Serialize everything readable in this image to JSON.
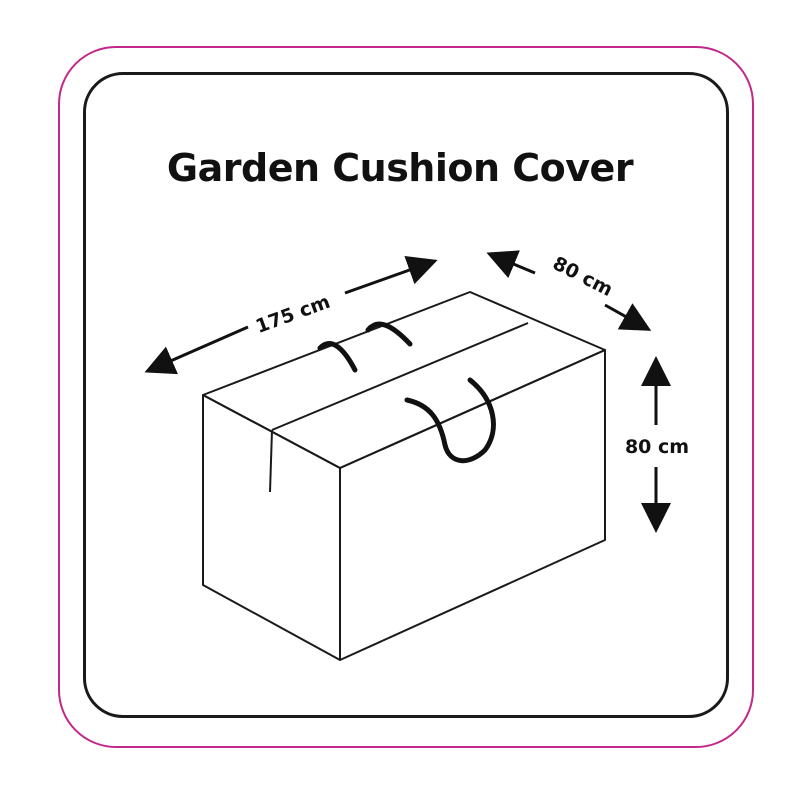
{
  "title": "Garden Cushion Cover",
  "dimensions": {
    "length": "175 cm",
    "depth": "80 cm",
    "height": "80 cm"
  },
  "colors": {
    "outer_border": "#c2288a",
    "line": "#1a1a1a"
  },
  "icons": [
    "storage-bag-illustration",
    "dimension-arrow"
  ]
}
